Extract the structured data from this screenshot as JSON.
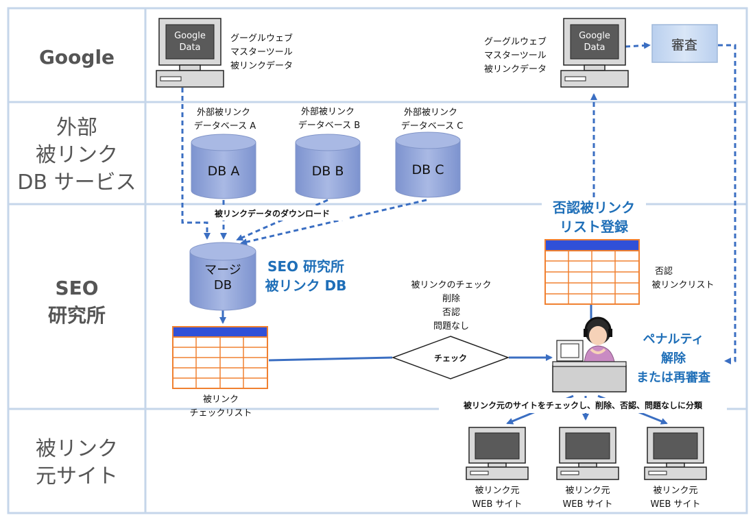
{
  "lanes": {
    "google": "Google",
    "external_l1": "外部",
    "external_l2": "被リンク",
    "external_l3": "DB サービス",
    "seo_l1": "SEO",
    "seo_l2": "研究所",
    "source_l1": "被リンク",
    "source_l2": "元サイト"
  },
  "google_left": {
    "screen_l1": "Google",
    "screen_l2": "Data",
    "label_l1": "グーグルウェブ",
    "label_l2": "マスターツール",
    "label_l3": "被リンクデータ"
  },
  "google_right": {
    "screen_l1": "Google",
    "screen_l2": "Data",
    "label_l1": "グーグルウェブ",
    "label_l2": "マスターツール",
    "label_l3": "被リンクデータ"
  },
  "review_box": "審査",
  "databases": [
    {
      "caption_l1": "外部被リンク",
      "caption_l2": "データベース A",
      "name": "DB A"
    },
    {
      "caption_l1": "外部被リンク",
      "caption_l2": "データベース B",
      "name": "DB B"
    },
    {
      "caption_l1": "外部被リンク",
      "caption_l2": "データベース C",
      "name": "DB C"
    }
  ],
  "download_label": "被リンクデータのダウンロード",
  "merge_db": {
    "l1": "マージ",
    "l2": "DB"
  },
  "seo_db_label": {
    "l1": "SEO 研究所",
    "l2": "被リンク DB"
  },
  "checklist_label": {
    "l1": "被リンク",
    "l2": "チェックリスト"
  },
  "check_actions": {
    "l1": "被リンクのチェック",
    "l2": "削除",
    "l3": "否認",
    "l4": "問題なし"
  },
  "check_diamond": "チェック",
  "disavow_register": {
    "l1": "否認被リンク",
    "l2": "リスト登録"
  },
  "disavow_list": {
    "l1": "否認",
    "l2": "被リンクリスト"
  },
  "penalty": {
    "l1": "ペナルティ",
    "l2": "解除",
    "l3": "または再審査"
  },
  "classify_label": "被リンク元のサイトをチェックし、削除、否認、問題なしに分類",
  "web_sites": [
    {
      "l1": "被リンク元",
      "l2": "WEB サイト"
    },
    {
      "l1": "被リンク元",
      "l2": "WEB サイト"
    },
    {
      "l1": "被リンク元",
      "l2": "WEB サイト"
    }
  ],
  "colors": {
    "lane_border": "#c5d6ea",
    "arrow": "#3a6ec2",
    "db_fill": "#8fa3d6",
    "table_border": "#f08030",
    "table_header": "#3050d8",
    "accent_text": "#1f6fb8"
  }
}
